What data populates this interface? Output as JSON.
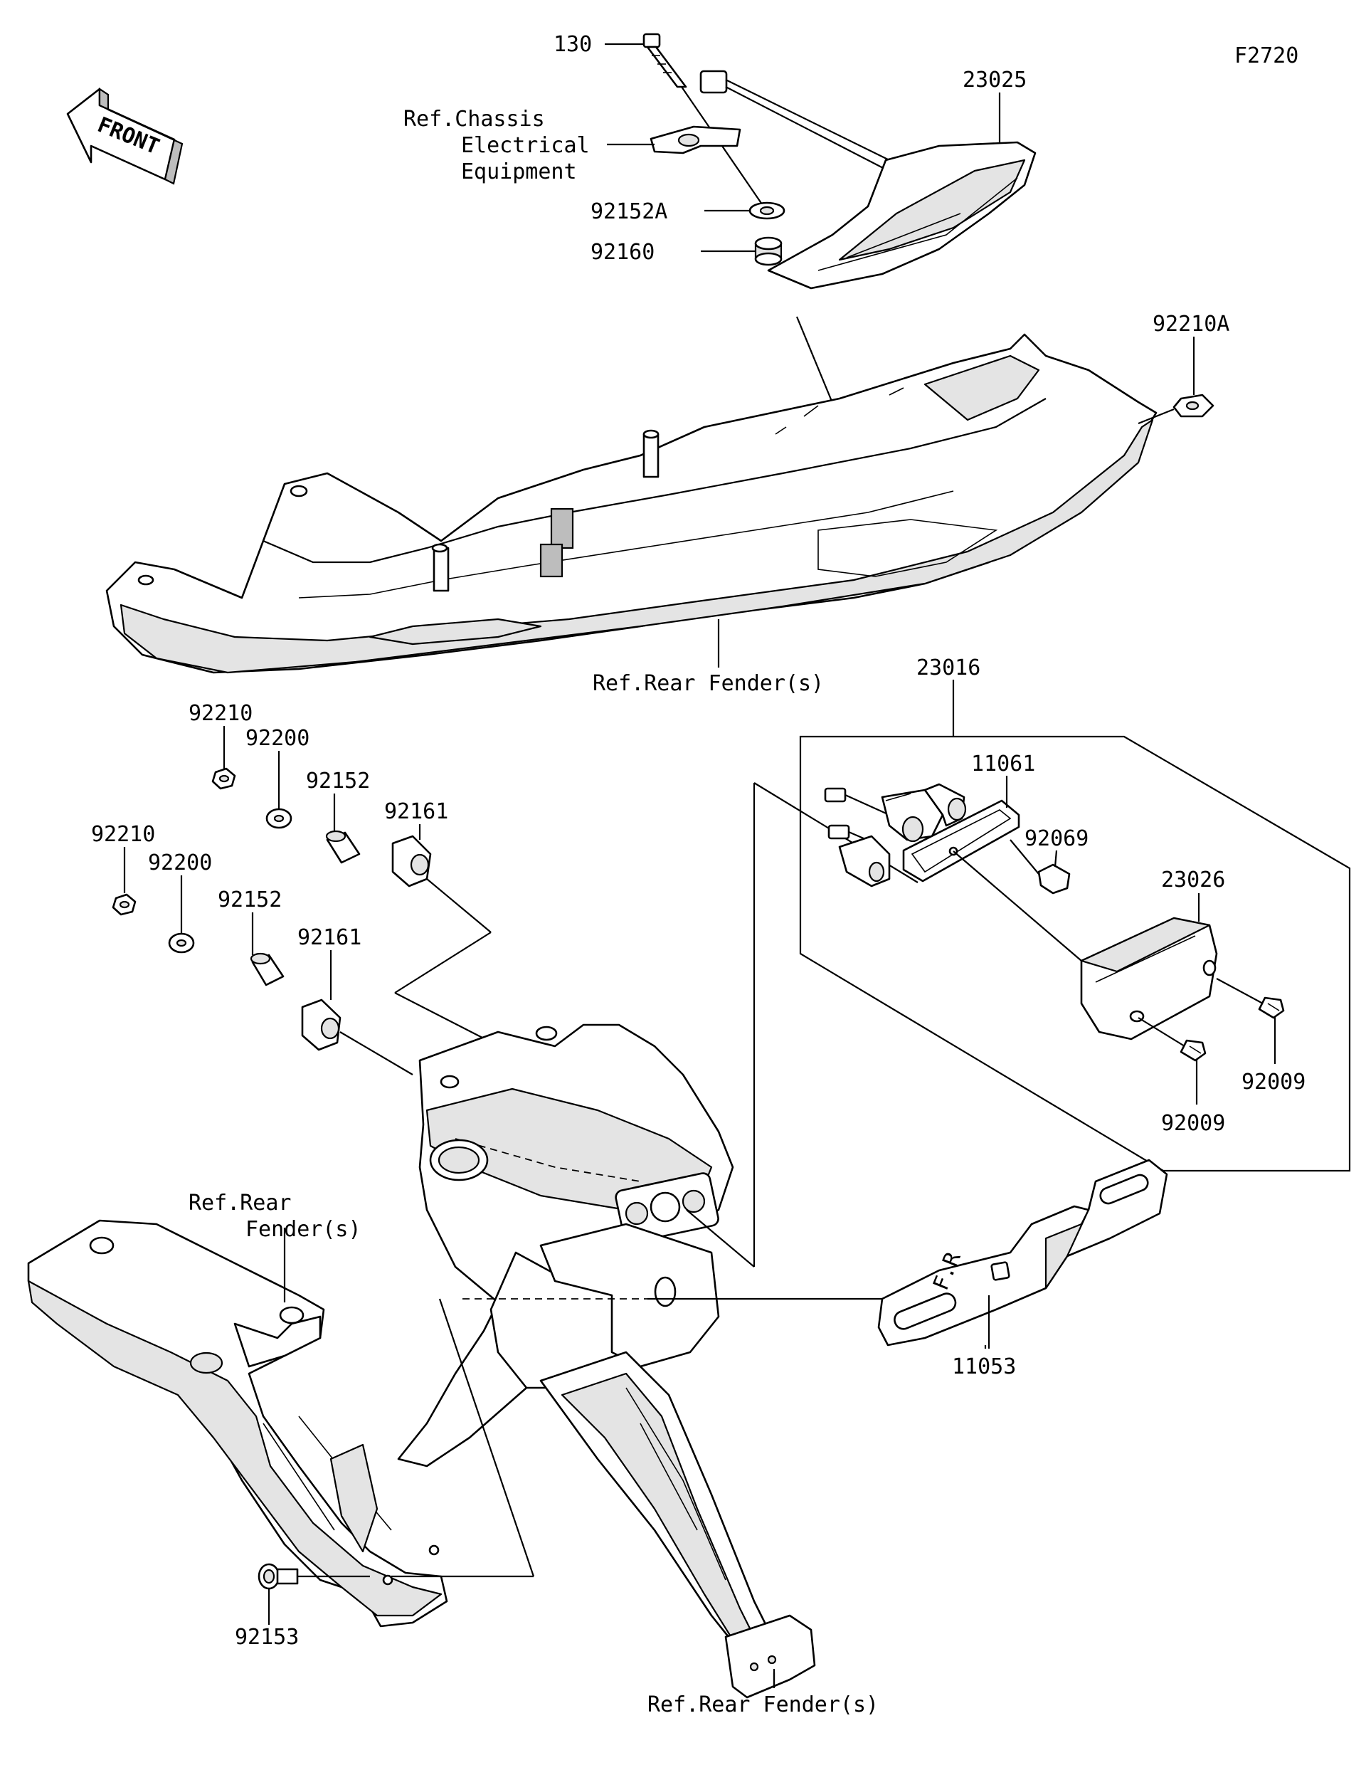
{
  "figure": {
    "code": "F2720",
    "front_label": "FRONT"
  },
  "parts": {
    "p130": "130",
    "p23025": "23025",
    "p92152A": "92152A",
    "p92160": "92160",
    "p92210A": "92210A",
    "p23016": "23016",
    "p11061": "11061",
    "p92069": "92069",
    "p23026": "23026",
    "p92009a": "92009",
    "p92009b": "92009",
    "p11053": "11053",
    "p92210a": "92210",
    "p92200a": "92200",
    "p92152a": "92152",
    "p92161a": "92161",
    "p92210b": "92210",
    "p92200b": "92200",
    "p92152b": "92152",
    "p92161b": "92161",
    "p92153": "92153"
  },
  "refs": {
    "chassis_1": "Ref.Chassis",
    "chassis_2": "Electrical",
    "chassis_3": "Equipment",
    "rear_fender_top": "Ref.Rear Fender(s)",
    "rear_fender_left_1": "Ref.Rear",
    "rear_fender_left_2": "Fender(s)",
    "rear_fender_bottom": "Ref.Rear Fender(s)"
  },
  "plate_marking": "F.R"
}
